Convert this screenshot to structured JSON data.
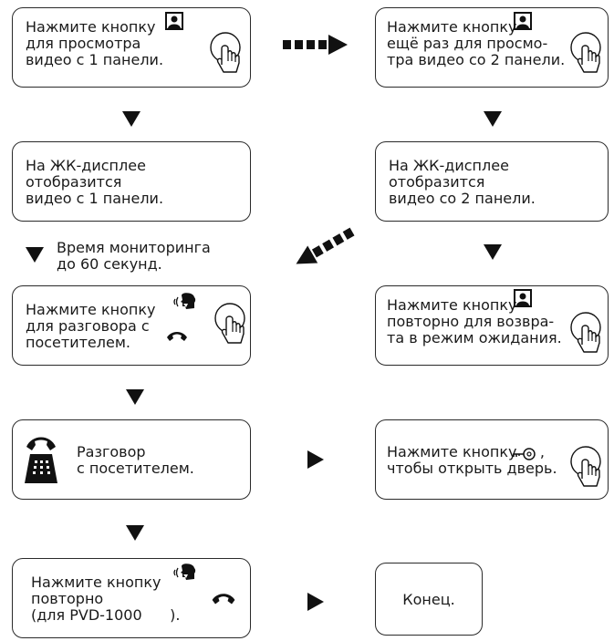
{
  "steps": {
    "s1": "Нажмите кнопку \nдля просмотра\nвидео с 1 панели.",
    "s2": "Нажмите кнопку \nещё раз для просмо-\nтра видео со 2 панели.",
    "s3": "На ЖК-дисплее\nотобразится\nвидео с 1 панели.",
    "s4": "На ЖК-дисплее\nотобразится\nвидео со 2 панели.",
    "s5": "Нажмите кнопку\nдля разговора с\nпосетителем.",
    "s6": "Нажмите кнопку \nповторно для возвра-\nта в режим ожидания.",
    "s7": "Разговор\nс посетителем.",
    "s8": "Нажмите кнопку     ,\nчтобы открыть дверь.",
    "s9": "Нажмите кнопку\nповторно\n(для PVD-1000      ).",
    "s10": "Конец."
  },
  "note": "Время мониторинга\nдо 60 секунд.",
  "icons": {
    "monitor": "monitor-icon",
    "hand": "hand-press-icon",
    "talk": "talk-icon",
    "handset": "handset-icon",
    "phone": "phone-icon",
    "key": "key-icon"
  },
  "colors": {
    "stroke": "#2a2a2a",
    "fill": "#111111"
  }
}
